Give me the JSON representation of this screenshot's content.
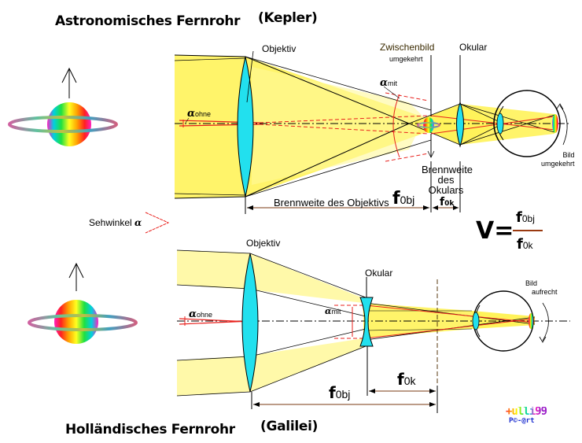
{
  "top_diagram": {
    "title": "Astronomisches Fernrohr",
    "inventor": "(Kepler)",
    "objective_label": "Objektiv",
    "intermediate_image_label": "Zwischenbild",
    "intermediate_image_note": "umgekehrt",
    "eyepiece_label": "Okular",
    "alpha_with_symbol": "α",
    "alpha_with_sub": "mit",
    "alpha_without_symbol": "α",
    "alpha_without_sub": "ohne",
    "eyepiece_focal_label_line1": "Brennweite",
    "eyepiece_focal_label_line2": "des",
    "eyepiece_focal_label_line3": "Okulars",
    "objective_focal_label": "Brennweite des Objektivs",
    "f_symbol": "f",
    "f_obj_sub": "0bj",
    "f_ok_sub": "0k",
    "retina_image_label_line1": "Bild",
    "retina_image_label_line2": "umgekehrt"
  },
  "bottom_diagram": {
    "title": "Holländisches Fernrohr",
    "inventor": "(Galilei)",
    "objective_label": "Objektiv",
    "eyepiece_label": "Okular",
    "alpha_with_symbol": "α",
    "alpha_with_sub": "mit",
    "alpha_without_symbol": "α",
    "alpha_without_sub": "ohne",
    "f_symbol": "f",
    "f_obj_sub": "0bj",
    "f_ok_sub": "0k",
    "retina_image_label_line1": "Bild",
    "retina_image_label_line2": "aufrecht"
  },
  "visual_angle": {
    "label": "Sehwinkel",
    "symbol": "α"
  },
  "formula": {
    "lhs": "V=",
    "numerator_symbol": "f",
    "numerator_sub": "0bj",
    "denominator_symbol": "f",
    "denominator_sub": "0k"
  },
  "logo": {
    "top_text": "+ulli99",
    "bottom_text": "P©-@rt"
  },
  "colors": {
    "beam_yellow": "#fff35a",
    "lens_cyan": "#22e0ee",
    "ray_red": "#e8201c",
    "dim_line_brown": "#7a3a10",
    "formula_bar": "#9a3a10",
    "logo_blue": "#1d2fd0",
    "logo_purple": "#9b1ec8"
  }
}
